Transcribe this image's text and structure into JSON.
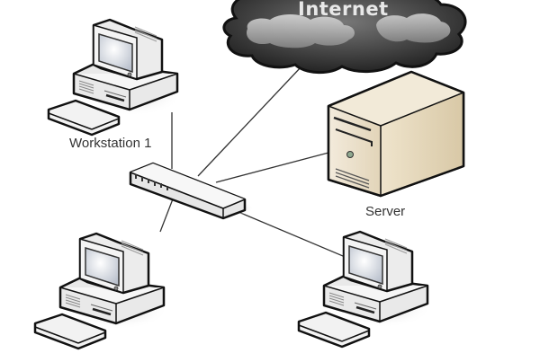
{
  "diagram": {
    "type": "network-topology",
    "nodes": {
      "internet": {
        "label": "Internet",
        "kind": "cloud"
      },
      "workstation1": {
        "label": "Workstation 1",
        "kind": "computer"
      },
      "server": {
        "label": "Server",
        "kind": "server"
      },
      "switch": {
        "label": "",
        "kind": "switch"
      },
      "workstation2": {
        "label": "",
        "kind": "computer"
      },
      "workstation3": {
        "label": "",
        "kind": "computer"
      }
    },
    "links": [
      [
        "switch",
        "workstation1"
      ],
      [
        "switch",
        "internet"
      ],
      [
        "switch",
        "server"
      ],
      [
        "switch",
        "workstation2"
      ],
      [
        "switch",
        "workstation3"
      ]
    ],
    "colors": {
      "cloud_dark": "#2a2a2a",
      "cloud_light": "#bdbdbd",
      "computer_body": "#eeeeee",
      "screen": "#d6dbe4",
      "server_body": "#e8dcc4",
      "outline": "#111111",
      "link": "#333333"
    }
  }
}
